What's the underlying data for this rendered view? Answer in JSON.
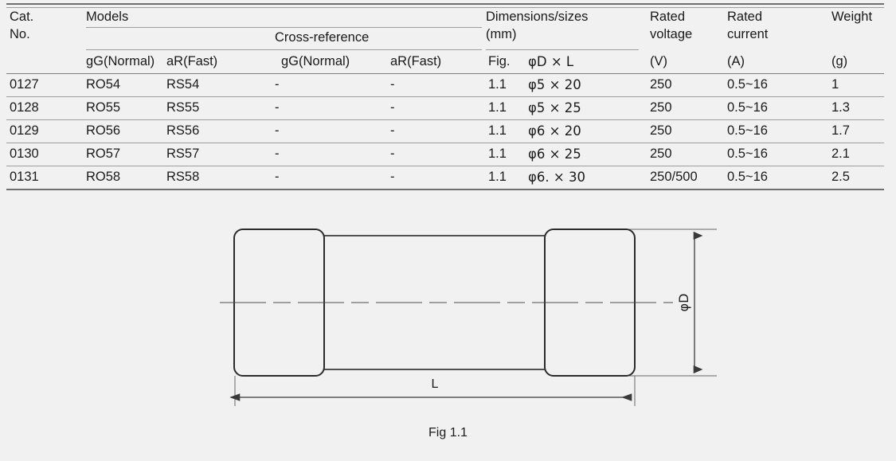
{
  "table": {
    "headers": {
      "cat_no_line1": "Cat.",
      "cat_no_line2": "No.",
      "models": "Models",
      "cross_reference": "Cross-reference",
      "dimensions_line1": "Dimensions/sizes",
      "dimensions_line2": "(mm)",
      "rated_voltage_line1": "Rated",
      "rated_voltage_line2": "voltage",
      "rated_current_line1": "Rated",
      "rated_current_line2": "current",
      "weight": "Weight"
    },
    "subheaders": {
      "models_gg": "gG(Normal)",
      "models_ar": "aR(Fast)",
      "xref_gg": "gG(Normal)",
      "xref_ar": "aR(Fast)",
      "fig": "Fig.",
      "dim": "φD × L",
      "voltage_unit": "(V)",
      "current_unit": "(A)",
      "weight_unit": "(g)"
    },
    "rows": [
      {
        "cat_no": "0127",
        "models_gg": "RO54",
        "models_ar": "RS54",
        "xref_gg": "-",
        "xref_ar": "-",
        "fig": "1.1",
        "dim": "φ5 × 20",
        "voltage": "250",
        "current": "0.5~16",
        "weight": "1"
      },
      {
        "cat_no": "0128",
        "models_gg": "RO55",
        "models_ar": "RS55",
        "xref_gg": "-",
        "xref_ar": "-",
        "fig": "1.1",
        "dim": "φ5 × 25",
        "voltage": "250",
        "current": "0.5~16",
        "weight": "1.3"
      },
      {
        "cat_no": "0129",
        "models_gg": "RO56",
        "models_ar": "RS56",
        "xref_gg": "-",
        "xref_ar": "-",
        "fig": "1.1",
        "dim": "φ6 × 20",
        "voltage": "250",
        "current": "0.5~16",
        "weight": "1.7"
      },
      {
        "cat_no": "0130",
        "models_gg": "RO57",
        "models_ar": "RS57",
        "xref_gg": "-",
        "xref_ar": "-",
        "fig": "1.1",
        "dim": "φ6 × 25",
        "voltage": "250",
        "current": "0.5~16",
        "weight": "2.1"
      },
      {
        "cat_no": "0131",
        "models_gg": "RO58",
        "models_ar": "RS58",
        "xref_gg": "-",
        "xref_ar": "-",
        "fig": "1.1",
        "dim": "φ6. × 30",
        "voltage": "250/500",
        "current": "0.5~16",
        "weight": "2.5"
      }
    ]
  },
  "figure": {
    "caption": "Fig 1.1",
    "diameter_label": "φD",
    "length_label": "L",
    "line_color": "#2b2b2b",
    "dimension_color": "#555555"
  }
}
